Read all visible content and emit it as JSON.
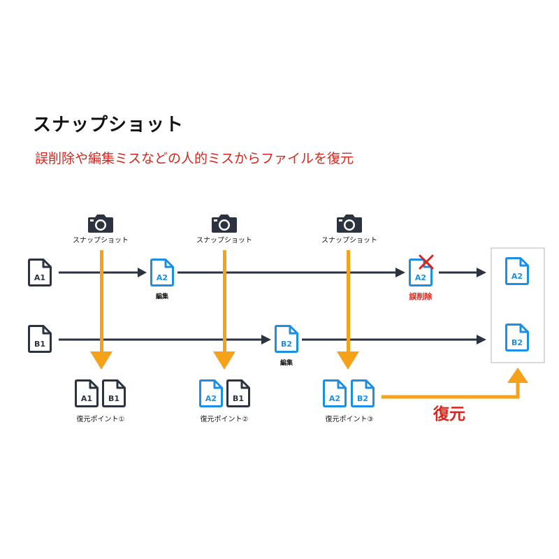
{
  "title": "スナップショット",
  "subtitle": "誤削除や編集ミスなどの人的ミスからファイルを復元",
  "snapshot_label": "スナップショット",
  "edit_label": "編集",
  "mistake_label": "誤削除",
  "restore_label": "復元",
  "files": {
    "a1": "A1",
    "a2": "A2",
    "b1": "B1",
    "b2": "B2"
  },
  "restore_points": [
    {
      "label": "復元ポイント①",
      "files": [
        "A1",
        "B1"
      ]
    },
    {
      "label": "復元ポイント②",
      "files": [
        "A2",
        "B1"
      ]
    },
    {
      "label": "復元ポイント③",
      "files": [
        "A2",
        "B2"
      ]
    }
  ],
  "restored_files": [
    "A2",
    "B2"
  ],
  "colors": {
    "dark": "#2b3240",
    "blue": "#1a8fe3",
    "orange": "#f5a21a",
    "red": "#d9261c"
  }
}
